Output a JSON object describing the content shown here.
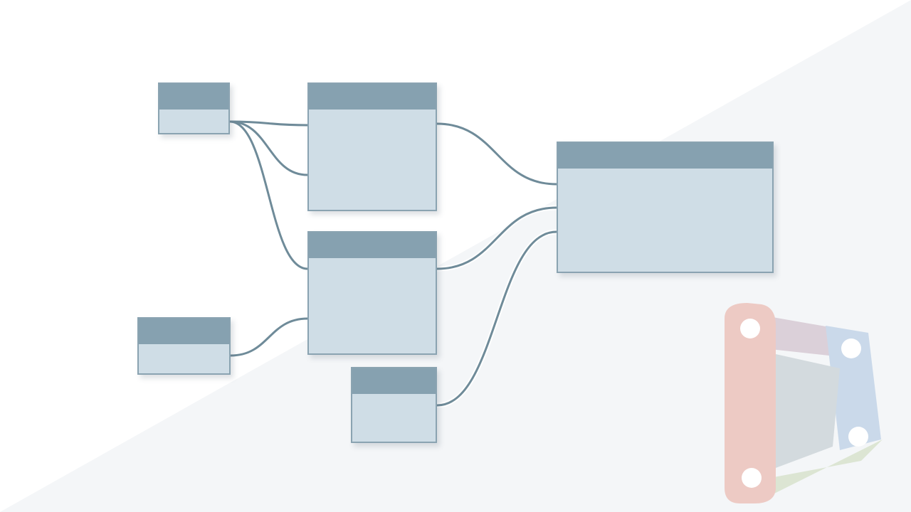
{
  "canvas": {
    "background": "#ffffff",
    "diagonal_fill": "#f4f6f8"
  },
  "colors": {
    "node_body": "#cfdde6",
    "node_header": "#86a1b0",
    "node_border": "#8aa3b1",
    "wire": "#6f8b99",
    "wire_glow": "#ffffff"
  },
  "nodes": [
    {
      "id": "input-a",
      "title": ""
    },
    {
      "id": "process-a",
      "title": ""
    },
    {
      "id": "output",
      "title": ""
    },
    {
      "id": "process-b",
      "title": ""
    },
    {
      "id": "input-b",
      "title": ""
    },
    {
      "id": "input-c",
      "title": ""
    }
  ],
  "connections": [
    {
      "from": "input-a",
      "to": "process-a",
      "to_port": 1
    },
    {
      "from": "input-a",
      "to": "process-a",
      "to_port": 2
    },
    {
      "from": "input-a",
      "to": "process-b",
      "to_port": 1
    },
    {
      "from": "input-b",
      "to": "process-b",
      "to_port": 2
    },
    {
      "from": "process-a",
      "to": "output",
      "to_port": 1
    },
    {
      "from": "process-b",
      "to": "output",
      "to_port": 2
    },
    {
      "from": "input-c",
      "to": "output",
      "to_port": 3
    }
  ],
  "logo": {
    "icon": "dynamo-logo-icon",
    "colors": [
      "#e8a79a",
      "#a9c3e0",
      "#c9d8b6",
      "#c7b2c0"
    ]
  }
}
